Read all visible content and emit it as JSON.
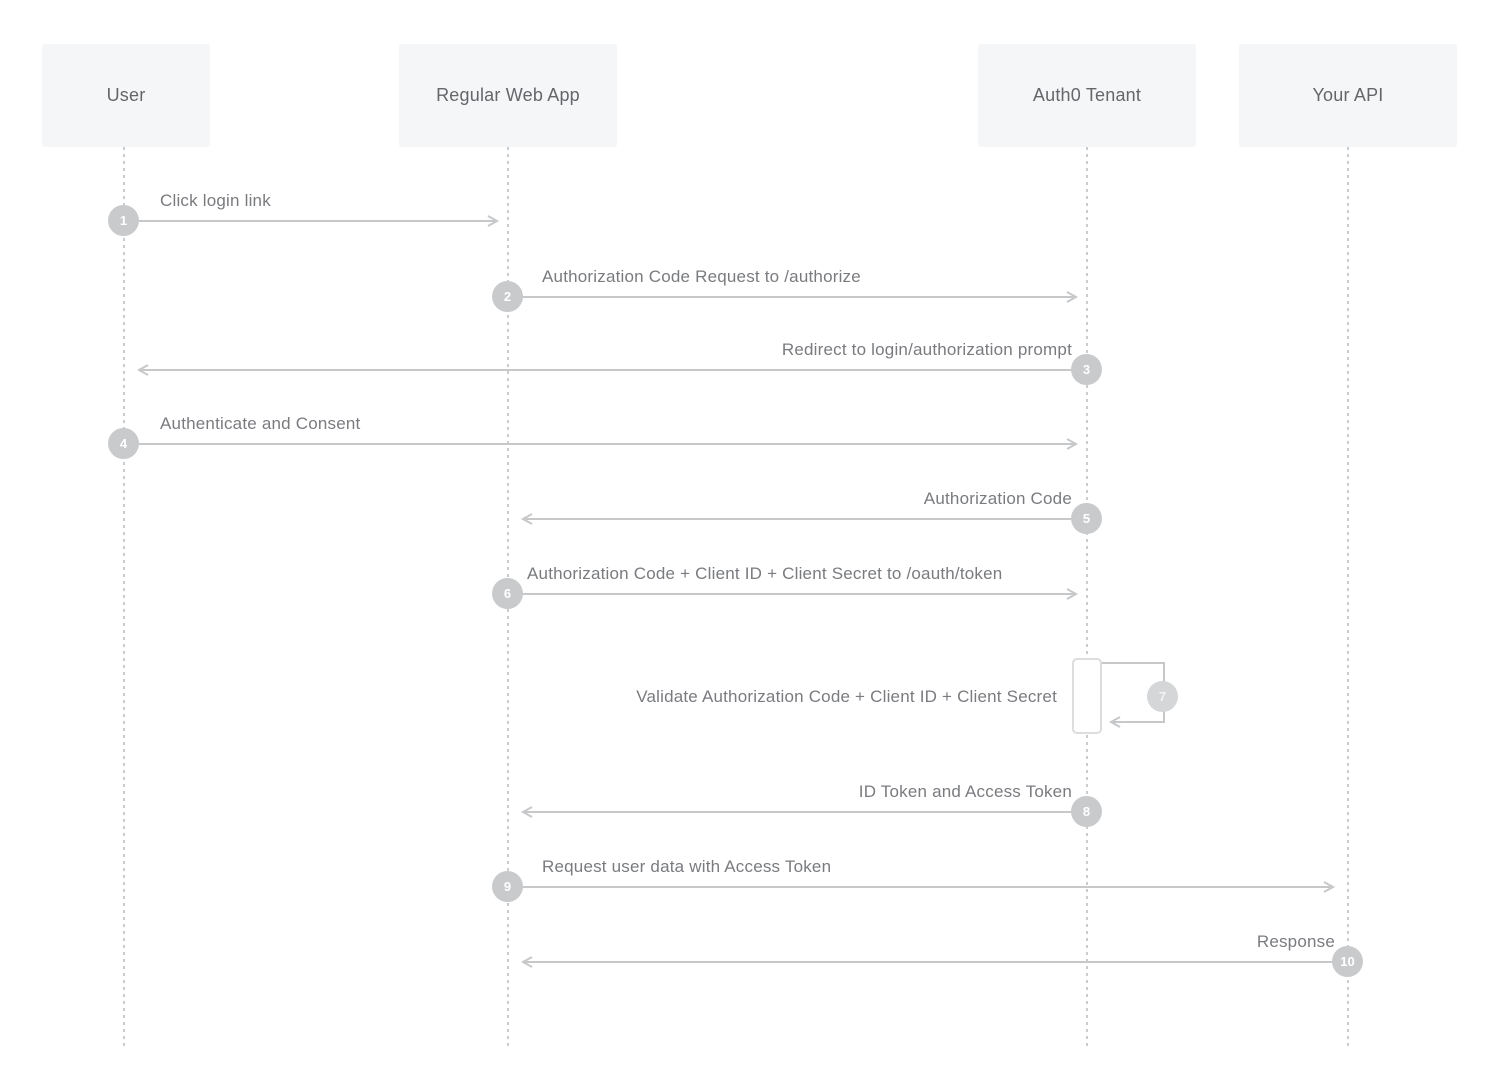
{
  "title": "Regular Web App Authorization Code Flow sequence diagram",
  "colors": {
    "background": "#ffffff",
    "actor_box_bg": "#f5f6f7",
    "actor_text": "#64666a",
    "message_text": "#797b7f",
    "arrow": "#c7c8ca",
    "step_circle_bg": "#c8cacc",
    "step_circle_text": "#ffffff",
    "self_step_circle_bg": "#d5d6d8",
    "lifeline_dots": "#cbccce",
    "activation_border": "#dcddde"
  },
  "actors": [
    {
      "label": "User"
    },
    {
      "label": "Regular Web App"
    },
    {
      "label": "Auth0 Tenant"
    },
    {
      "label": "Your API"
    }
  ],
  "messages": [
    {
      "step": "1",
      "label": "Click login link",
      "from": "User",
      "to": "Regular Web App"
    },
    {
      "step": "2",
      "label": "Authorization Code Request to /authorize",
      "from": "Regular Web App",
      "to": "Auth0 Tenant"
    },
    {
      "step": "3",
      "label": "Redirect to login/authorization prompt",
      "from": "Auth0 Tenant",
      "to": "User"
    },
    {
      "step": "4",
      "label": "Authenticate and Consent",
      "from": "User",
      "to": "Auth0 Tenant"
    },
    {
      "step": "5",
      "label": "Authorization Code",
      "from": "Auth0 Tenant",
      "to": "Regular Web App"
    },
    {
      "step": "6",
      "label": "Authorization Code + Client ID + Client Secret to /oauth/token",
      "from": "Regular Web App",
      "to": "Auth0 Tenant"
    },
    {
      "step": "7",
      "label": "Validate Authorization Code + Client ID + Client Secret",
      "from": "Auth0 Tenant",
      "to": "Auth0 Tenant"
    },
    {
      "step": "8",
      "label": "ID Token and Access Token",
      "from": "Auth0 Tenant",
      "to": "Regular Web App"
    },
    {
      "step": "9",
      "label": "Request user data with Access Token",
      "from": "Regular Web App",
      "to": "Your API"
    },
    {
      "step": "10",
      "label": "Response",
      "from": "Your API",
      "to": "Regular Web App"
    }
  ]
}
